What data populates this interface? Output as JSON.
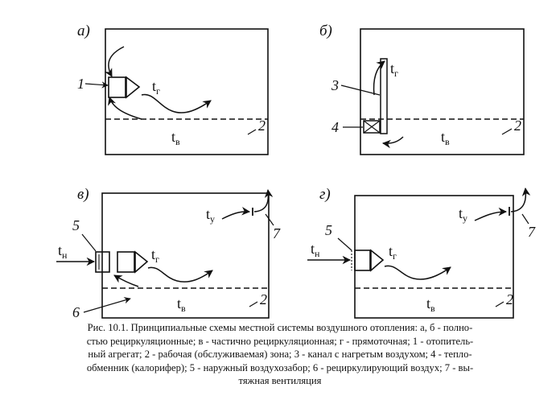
{
  "panels": {
    "a": {
      "label": "а)",
      "unit_number": "1",
      "zone_number": "2",
      "temp_heated": {
        "symbol": "t",
        "sub": "г"
      },
      "temp_zone": {
        "symbol": "t",
        "sub": "в"
      }
    },
    "b": {
      "label": "б)",
      "channel_number": "3",
      "exchanger_number": "4",
      "zone_number": "2",
      "temp_heated": {
        "symbol": "t",
        "sub": "г"
      },
      "temp_zone": {
        "symbol": "t",
        "sub": "в"
      }
    },
    "v": {
      "label": "в)",
      "intake_number": "5",
      "recirc_number": "6",
      "exhaust_number": "7",
      "zone_number": "2",
      "temp_outdoor": {
        "symbol": "t",
        "sub": "н"
      },
      "temp_heated": {
        "symbol": "t",
        "sub": "г"
      },
      "temp_exhaust": {
        "symbol": "t",
        "sub": "у"
      },
      "temp_zone": {
        "symbol": "t",
        "sub": "в"
      }
    },
    "g": {
      "label": "г)",
      "intake_number": "5",
      "exhaust_number": "7",
      "zone_number": "2",
      "temp_outdoor": {
        "symbol": "t",
        "sub": "н"
      },
      "temp_heated": {
        "symbol": "t",
        "sub": "г"
      },
      "temp_exhaust": {
        "symbol": "t",
        "sub": "у"
      },
      "temp_zone": {
        "symbol": "t",
        "sub": "в"
      }
    }
  },
  "caption": {
    "line1": "Рис. 10.1. Принципиальные схемы местной системы воздушного отопления: а, б - полно-",
    "line2": "стью рециркуляционные; в - частично рециркуляционная; г - прямоточная; 1 - отопитель-",
    "line3": "ный агрегат; 2 - рабочая (обслуживаемая) зона; 3 - канал с нагретым воздухом; 4 - тепло-",
    "line4": "обменник (калорифер); 5 - наружный воздухозабор; 6 - рециркулирующий воздух; 7 - вы-",
    "line5": "тяжная вентиляция"
  }
}
